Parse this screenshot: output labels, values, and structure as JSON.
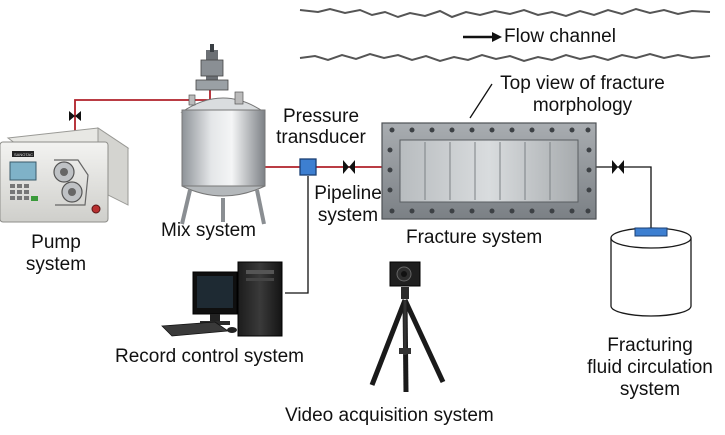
{
  "labels": {
    "flow_channel": "Flow channel",
    "top_view_line1": "Top view of fracture",
    "top_view_line2": "morphology",
    "pressure_line1": "Pressure",
    "pressure_line2": "transducer",
    "pipeline_line1": "Pipeline",
    "pipeline_line2": "system",
    "mix_system": "Mix system",
    "pump_line1": "Pump",
    "pump_line2": "system",
    "fracture_system": "Fracture system",
    "record_control_system": "Record control system",
    "video_acquisition_system": "Video acquisition system",
    "fluid_line1": "Fracturing",
    "fluid_line2": "fluid circulation",
    "fluid_line3": "system",
    "pump_screen_brand": "SANOTAC"
  },
  "colors": {
    "pipe": "#b0212a",
    "line": "#111111",
    "transducer": "#3d7fd1",
    "steel": "#c9ccd0",
    "tank_outline": "#1a1a1a"
  },
  "icons": [
    "valve-icon",
    "arrow-right-icon"
  ]
}
